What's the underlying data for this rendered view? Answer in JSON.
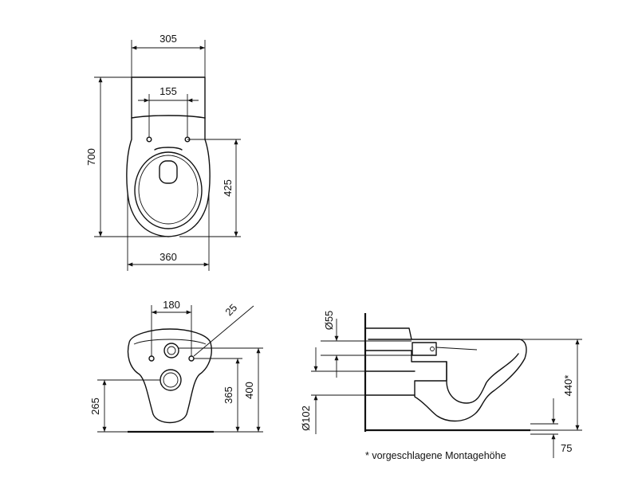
{
  "top_view": {
    "dim_width_top": "305",
    "dim_holes": "155",
    "dim_height": "700",
    "dim_seat_to_back": "425",
    "dim_width_bottom": "360"
  },
  "front_view": {
    "dim_holes": "180",
    "dim_bolt": "25",
    "dim_outlet_height": "265",
    "dim_mid_height": "365",
    "dim_top_height": "400"
  },
  "side_view": {
    "dim_inlet": "Ø55",
    "dim_outlet": "Ø102",
    "dim_mount_height": "440*",
    "dim_floor_gap": "75"
  },
  "footnote": "* vorgeschlagene Montagehöhe"
}
